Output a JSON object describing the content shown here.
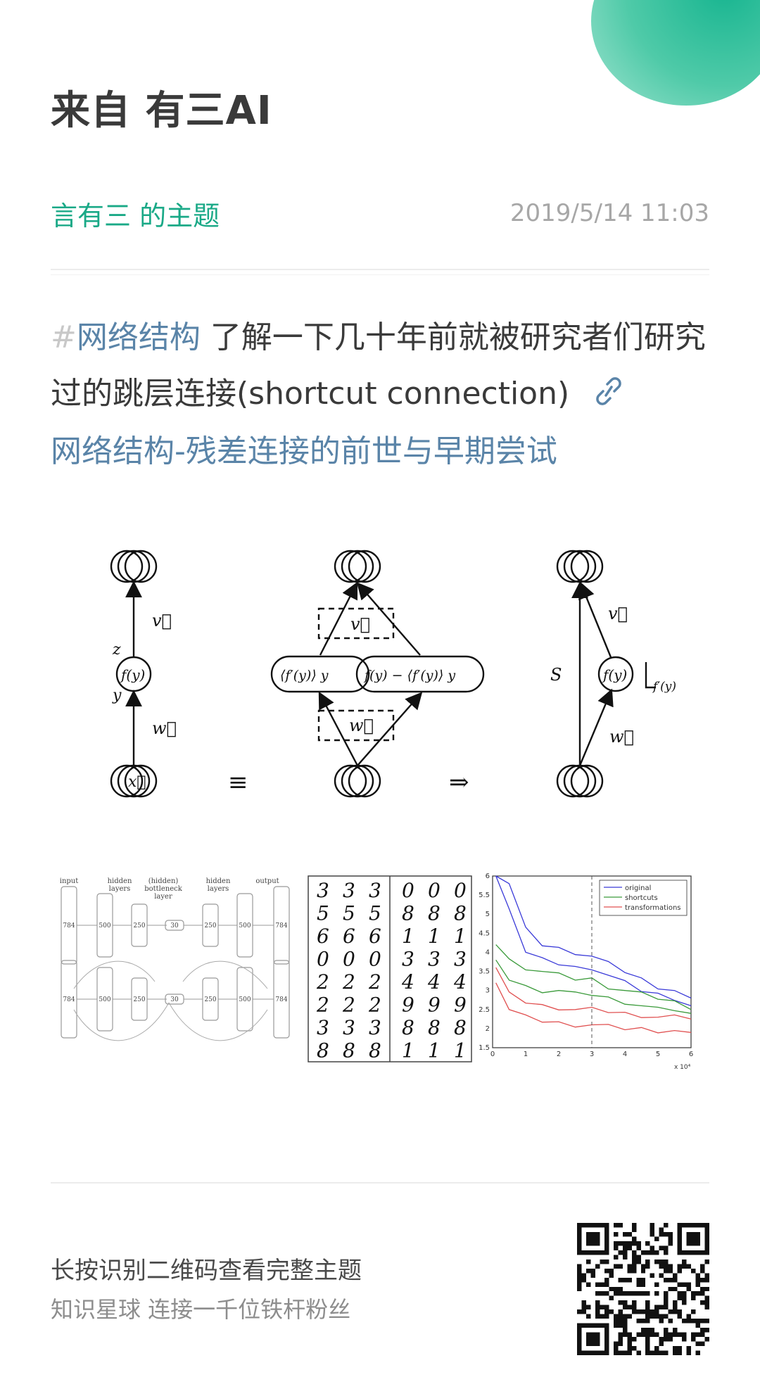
{
  "header": {
    "title": "来自 有三AI"
  },
  "meta": {
    "author": "言有三 的主题",
    "date": "2019/5/14 11:03"
  },
  "post": {
    "hash": "#",
    "tag": "网络结构",
    "text": " 了解一下几十年前就被研究者们研究过的跳层连接(shortcut connection)",
    "link_text": "网络结构-残差连接的前世与早期尝试"
  },
  "figure": {
    "left": {
      "output_arrow": "v⃗",
      "z": "z",
      "node": "f(y)",
      "y": "y",
      "input_arrow": "w⃗",
      "input": "x⃗"
    },
    "equiv": "≡",
    "middle": {
      "top_box": "v⃗",
      "left_pill": "⟨f′(y)⟩ y",
      "right_pill": "f(y) − ⟨f′(y)⟩ y",
      "bottom_box": "w⃗"
    },
    "implies": "⇒",
    "right": {
      "top_arrow": "v⃗",
      "s": "S",
      "node": "f(y)",
      "fprime": "f′(y)",
      "bottom_arrow": "w⃗"
    }
  },
  "thumb_autoencoder": {
    "headers": [
      "input",
      "hidden\nlayers",
      "(hidden)\nbottleneck\nlayer",
      "hidden\nlayers",
      "output"
    ],
    "sizes": [
      "784",
      "500",
      "250",
      "30",
      "250",
      "500",
      "784"
    ]
  },
  "thumb_digits": {
    "rows": [
      [
        "3",
        "3",
        "3",
        "0",
        "0",
        "0"
      ],
      [
        "5",
        "5",
        "5",
        "8",
        "8",
        "8"
      ],
      [
        "6",
        "6",
        "6",
        "1",
        "1",
        "1"
      ],
      [
        "0",
        "0",
        "0",
        "3",
        "3",
        "3"
      ],
      [
        "2",
        "2",
        "2",
        "4",
        "4",
        "4"
      ],
      [
        "2",
        "2",
        "2",
        "9",
        "9",
        "9"
      ],
      [
        "3",
        "3",
        "3",
        "8",
        "8",
        "8"
      ],
      [
        "8",
        "8",
        "8",
        "1",
        "1",
        "1"
      ]
    ]
  },
  "thumb_chart": {
    "legend": [
      "original",
      "shortcuts",
      "transformations"
    ],
    "xscale": "x 10⁴"
  },
  "chart_data": {
    "type": "line",
    "title": "",
    "xlabel": "",
    "ylabel": "",
    "xlim": [
      0,
      6
    ],
    "ylim": [
      1.5,
      6
    ],
    "x_ticks": [
      "0",
      "1",
      "2",
      "3",
      "4",
      "5",
      "6"
    ],
    "y_ticks": [
      "1.5",
      "2",
      "2.5",
      "3",
      "3.5",
      "4",
      "4.5",
      "5",
      "5.5",
      "6"
    ],
    "x": [
      0.1,
      0.5,
      1,
      1.5,
      2,
      2.5,
      3,
      3.5,
      4,
      4.5,
      5,
      5.5,
      6
    ],
    "series": [
      {
        "name": "original",
        "color": "#3a3ad8",
        "values": [
          6.0,
          5.8,
          4.6,
          4.2,
          4.1,
          4.0,
          3.9,
          3.7,
          3.5,
          3.3,
          3.1,
          3.0,
          2.8
        ]
      },
      {
        "name": "original",
        "color": "#3a3ad8",
        "values": [
          6.0,
          5.2,
          4.0,
          3.8,
          3.7,
          3.6,
          3.6,
          3.4,
          3.2,
          3.0,
          2.9,
          2.8,
          2.6
        ]
      },
      {
        "name": "shortcuts",
        "color": "#3a9a3a",
        "values": [
          4.2,
          3.8,
          3.6,
          3.5,
          3.4,
          3.3,
          3.3,
          3.1,
          3.0,
          2.9,
          2.8,
          2.7,
          2.5
        ]
      },
      {
        "name": "shortcuts",
        "color": "#3a9a3a",
        "values": [
          3.8,
          3.3,
          3.1,
          3.0,
          3.0,
          2.9,
          2.9,
          2.8,
          2.7,
          2.6,
          2.5,
          2.5,
          2.4
        ]
      },
      {
        "name": "transformations",
        "color": "#e05050",
        "values": [
          3.6,
          2.9,
          2.7,
          2.6,
          2.55,
          2.5,
          2.5,
          2.45,
          2.4,
          2.35,
          2.3,
          2.3,
          2.25
        ]
      },
      {
        "name": "transformations",
        "color": "#e05050",
        "values": [
          3.2,
          2.5,
          2.3,
          2.2,
          2.15,
          2.1,
          2.1,
          2.05,
          2.0,
          2.0,
          1.95,
          1.95,
          1.9
        ]
      }
    ],
    "vline_x": 3,
    "legend_position": "top-right",
    "grid": false
  },
  "footer": {
    "line1": "长按识别二维码查看完整主题",
    "line2": "知识星球  连接一千位铁杆粉丝"
  },
  "colors": {
    "accent": "#1aa987",
    "link": "#5a84a8",
    "date": "#a7a7a7"
  }
}
